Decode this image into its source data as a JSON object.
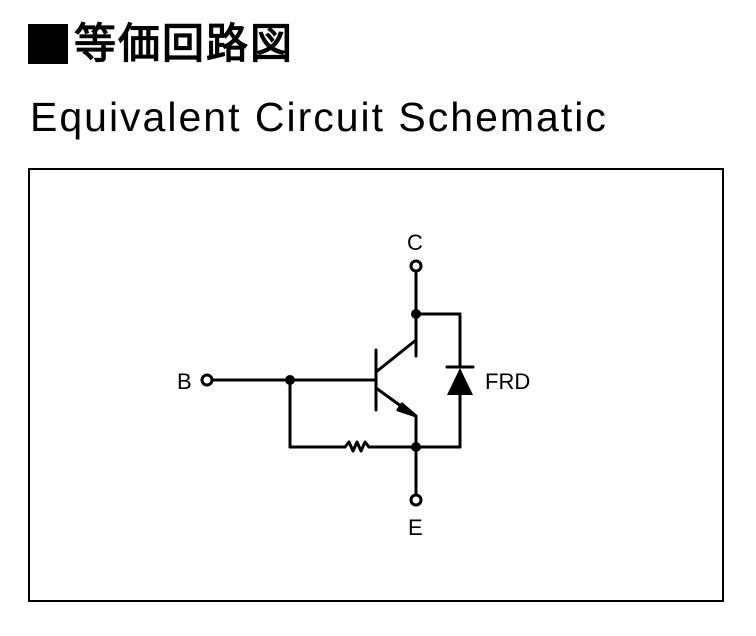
{
  "heading": {
    "japanese": "等価回路図",
    "english": "Equivalent Circuit Schematic"
  },
  "schematic": {
    "terminals": {
      "collector": "C",
      "base": "B",
      "emitter": "E"
    },
    "components": {
      "transistor": "NPN transistor",
      "resistor": "base-emitter resistor",
      "diode_label": "FRD"
    },
    "colors": {
      "line": "#000000",
      "background": "#ffffff"
    }
  }
}
